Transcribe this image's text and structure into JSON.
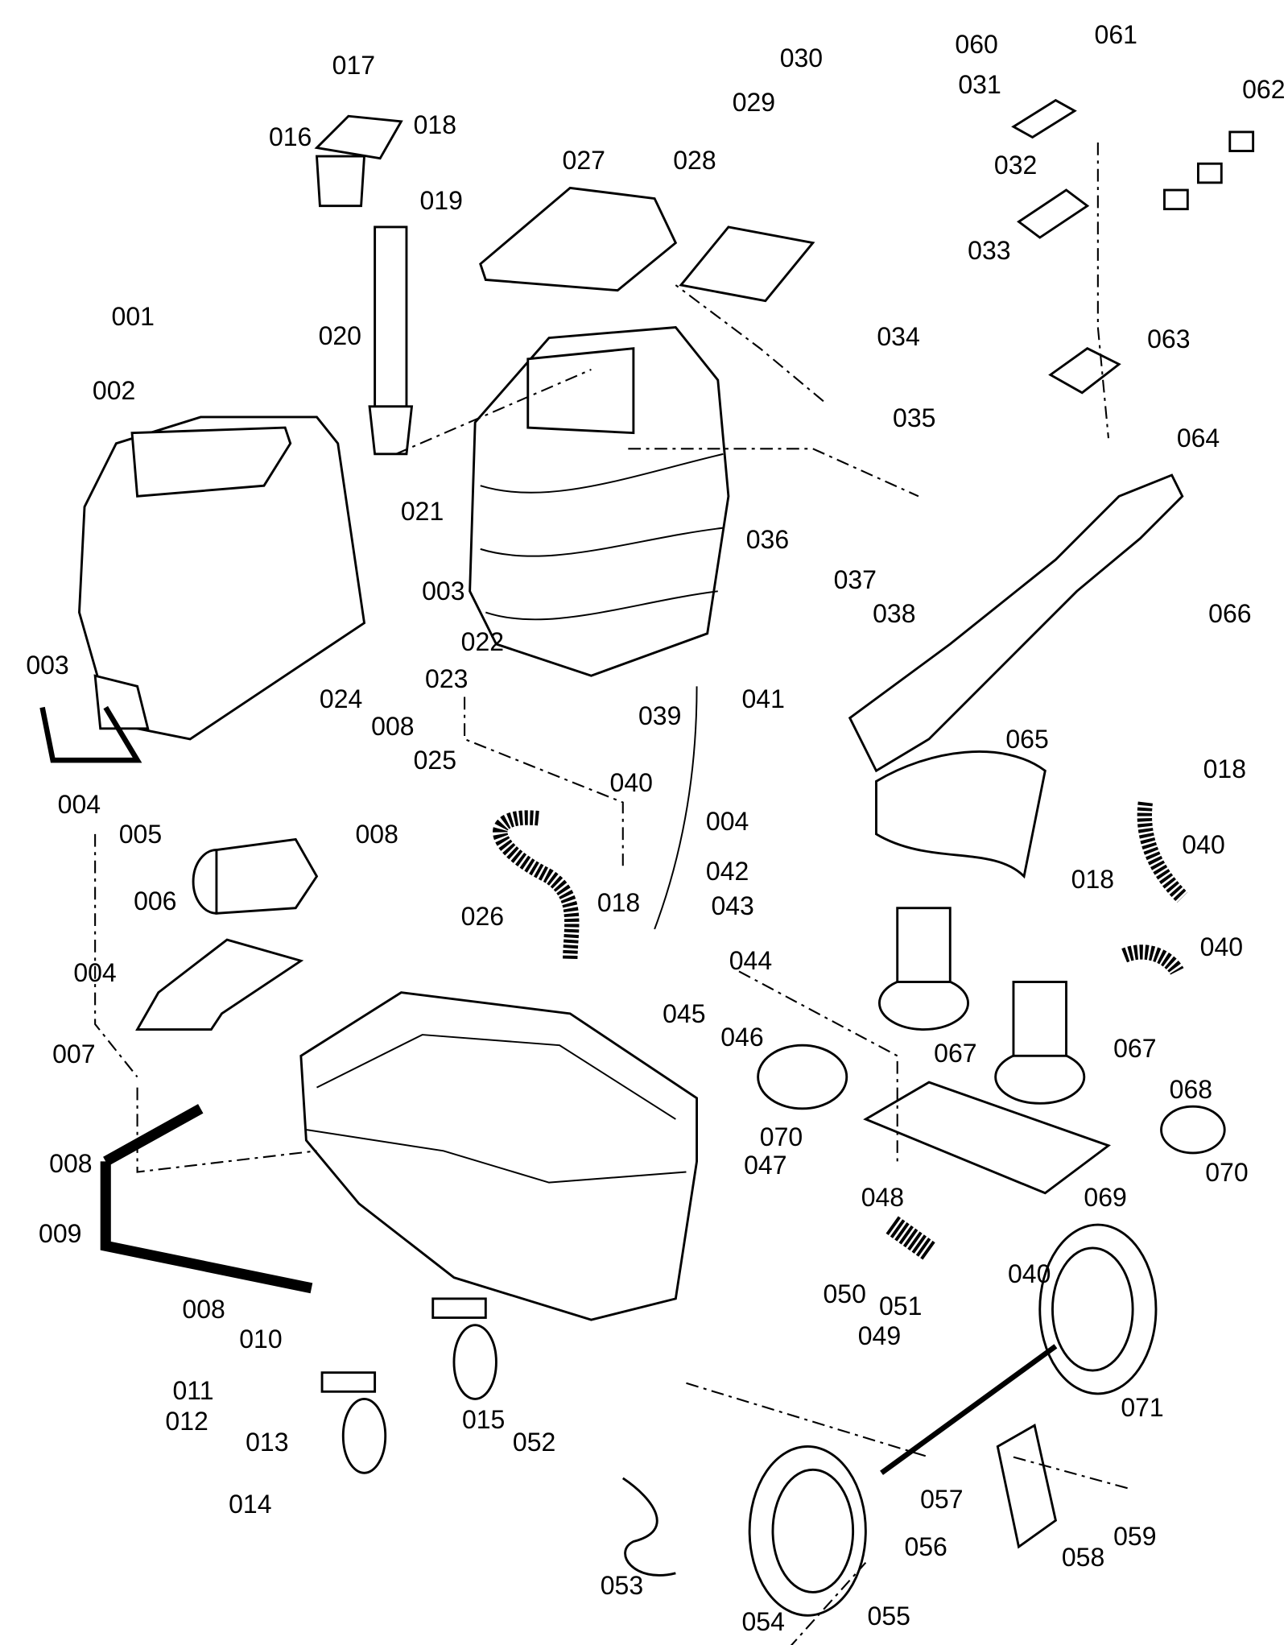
{
  "diagram": {
    "type": "exploded parts diagram",
    "part_labels": [
      "001",
      "002",
      "003",
      "004",
      "005",
      "006",
      "004",
      "007",
      "008",
      "009",
      "008",
      "010",
      "011",
      "012",
      "013",
      "014",
      "015",
      "016",
      "017",
      "018",
      "019",
      "020",
      "021",
      "003",
      "022",
      "023",
      "024",
      "008",
      "025",
      "026",
      "027",
      "028",
      "029",
      "030",
      "031",
      "032",
      "033",
      "034",
      "035",
      "036",
      "037",
      "038",
      "039",
      "040",
      "018",
      "008",
      "041",
      "004",
      "042",
      "043",
      "044",
      "045",
      "046",
      "047",
      "048",
      "049",
      "050",
      "051",
      "052",
      "053",
      "054",
      "055",
      "056",
      "057",
      "058",
      "059",
      "060",
      "061",
      "062",
      "063",
      "064",
      "065",
      "066",
      "067",
      "067",
      "068",
      "069",
      "070",
      "070",
      "071",
      "018",
      "040",
      "018",
      "040",
      "040"
    ]
  }
}
